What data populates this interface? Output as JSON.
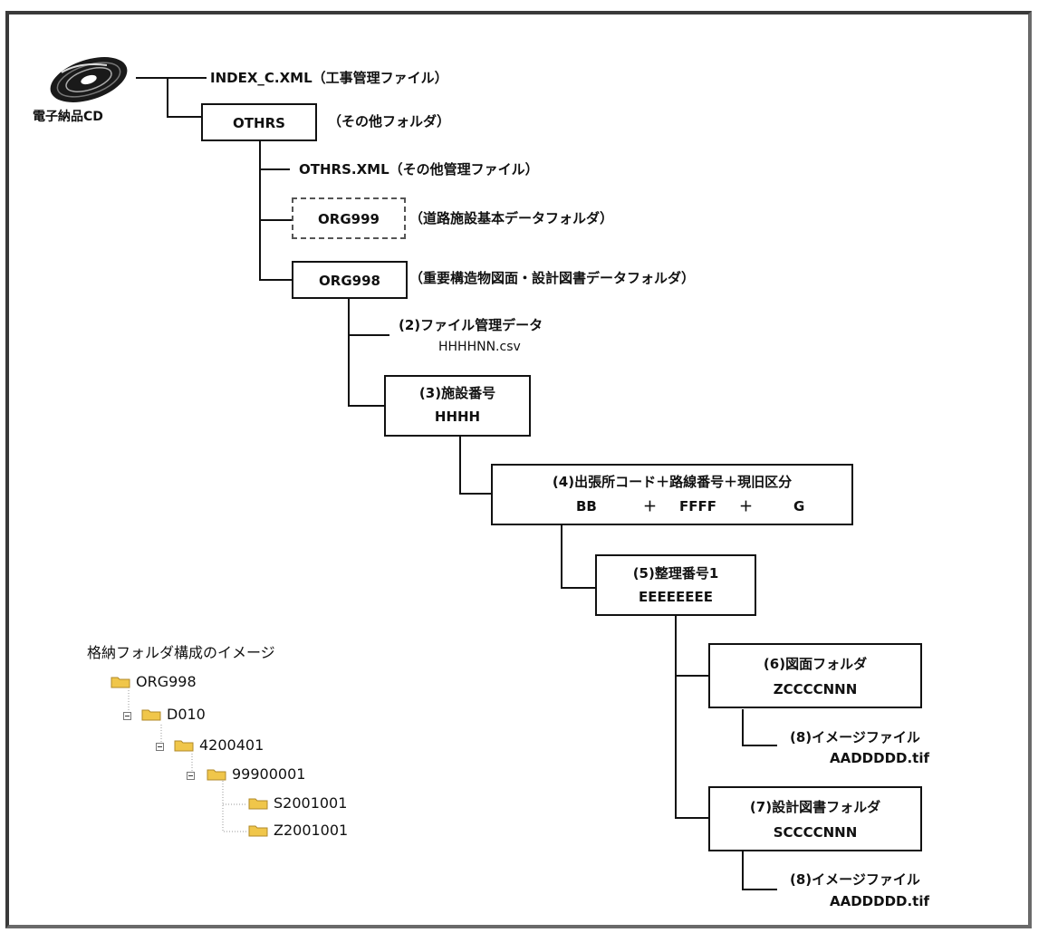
{
  "disc": {
    "label": "電子納品CD",
    "icon": "cd-disc-icon"
  },
  "index_file": "INDEX_C.XML（工事管理ファイル）",
  "othrs": {
    "name": "OTHRS",
    "desc": "（その他フォルダ）"
  },
  "othrs_xml": "OTHRS.XML（その他管理ファイル）",
  "org999": {
    "name": "ORG999",
    "desc": "（道路施設基本データフォルダ）"
  },
  "org998": {
    "name": "ORG998",
    "desc": "（重要構造物図面・設計図書データフォルダ）"
  },
  "file_mgmt": {
    "title": "(2)ファイル管理データ",
    "file": "HHHHNN.csv"
  },
  "facility": {
    "title": "(3)施設番号",
    "code": "HHHH"
  },
  "branch": {
    "title": "(4)出張所コード＋路線番号＋現旧区分",
    "code_bb": "BB",
    "plus1": "＋",
    "code_ffff": "FFFF",
    "plus2": "＋",
    "code_g": "G"
  },
  "serial": {
    "title": "(5)整理番号1",
    "code": "EEEEEEEE"
  },
  "drawing": {
    "title": "(6)図面フォルダ",
    "code": "ZCCCCNNN"
  },
  "design": {
    "title": "(7)設計図書フォルダ",
    "code": "SCCCCNNN"
  },
  "image1": {
    "title": "(8)イメージファイル",
    "file": "AADDDDD.tif"
  },
  "image2": {
    "title": "(8)イメージファイル",
    "file": "AADDDDD.tif"
  },
  "tree": {
    "title": "格納フォルダ構成のイメージ",
    "items": [
      "ORG998",
      "D010",
      "4200401",
      "99900001",
      "S2001001",
      "Z2001001"
    ],
    "folder_color": "#f0c64a"
  },
  "colors": {
    "line": "#111111",
    "frame": "#3a3a3a"
  }
}
